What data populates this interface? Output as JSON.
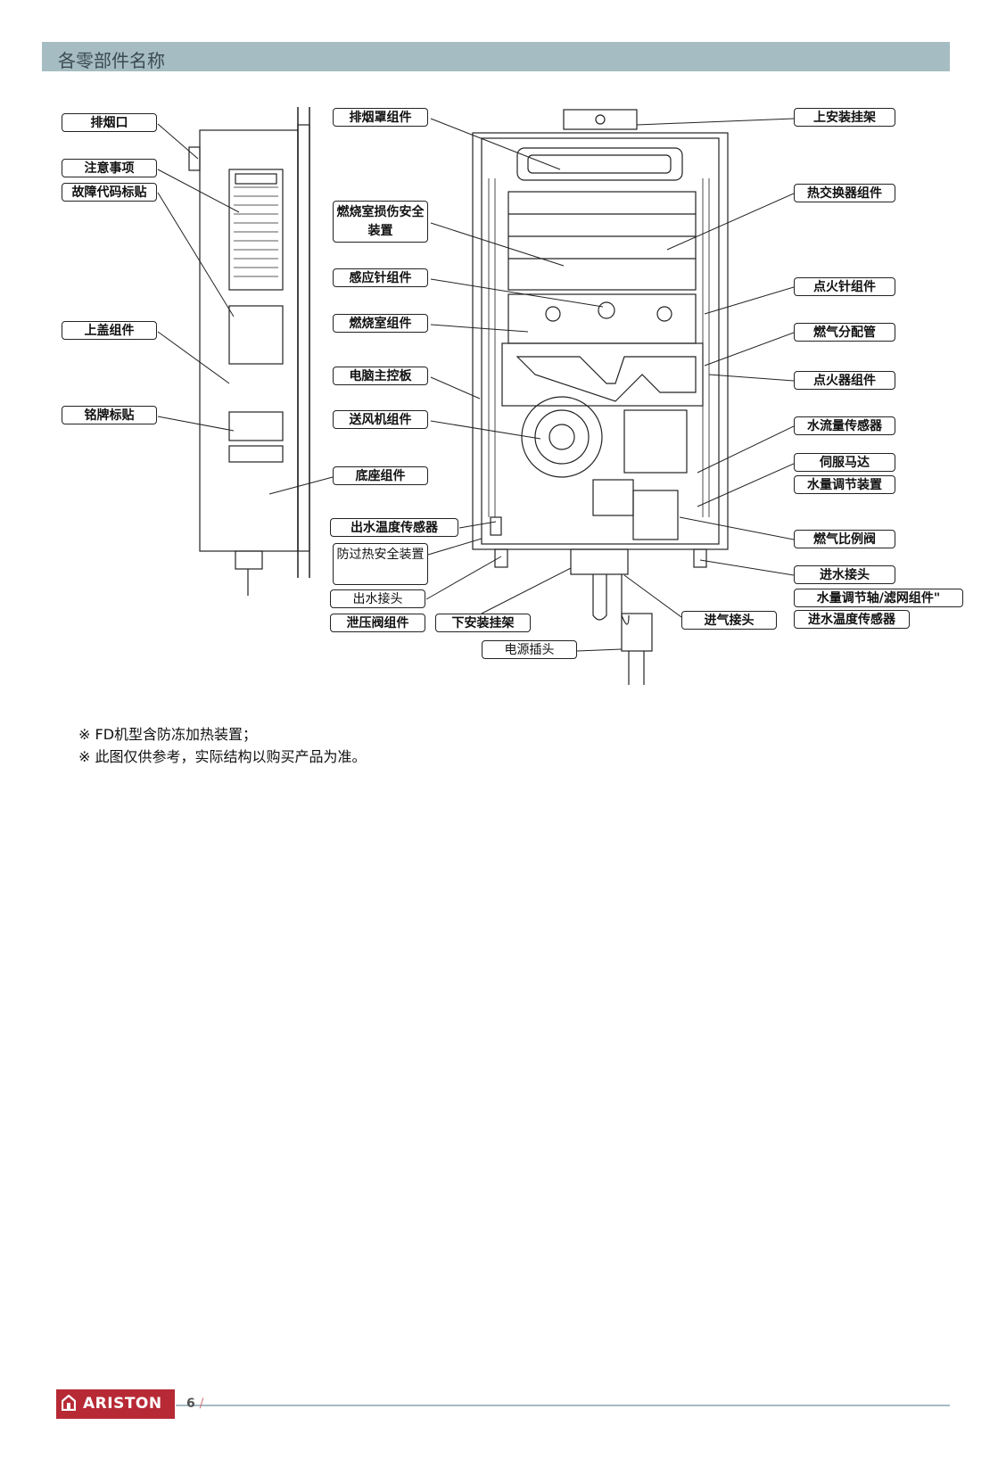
{
  "header": {
    "title": "各零部件名称"
  },
  "labels": {
    "exhaust_port": "排烟口",
    "caution": "注意事项",
    "fault_code_sticker": "故障代码标贴",
    "top_cover": "上盖组件",
    "nameplate": "铭牌标贴",
    "flue_hood": "排烟罩组件",
    "chamber_damage_safety": "燃烧室损伤安全装置",
    "sensing_pin": "感应针组件",
    "combustion_chamber": "燃烧室组件",
    "main_board": "电脑主控板",
    "fan": "送风机组件",
    "base": "底座组件",
    "outlet_temp_sensor": "出水温度传感器",
    "overheat_safety": "防过热安全装置",
    "water_outlet": "出水接头",
    "relief_valve": "泄压阀组件",
    "lower_bracket": "下安装挂架",
    "gas_inlet": "进气接头",
    "power_plug": "电源插头",
    "upper_bracket": "上安装挂架",
    "heat_exchanger": "热交换器组件",
    "ignition_pin": "点火针组件",
    "gas_manifold": "燃气分配管",
    "igniter": "点火器组件",
    "flow_sensor": "水流量传感器",
    "servo_motor": "伺服马达",
    "water_regulator": "水量调节装置",
    "gas_prop_valve": "燃气比例阀",
    "water_inlet": "进水接头",
    "regulator_shaft_filter": "水量调节轴/滤网组件\"",
    "inlet_temp_sensor": "进水温度传感器"
  },
  "notes": [
    "※  FD机型含防冻加热装置；",
    "※  此图仅供参考，实际结构以购买产品为准。"
  ],
  "footer": {
    "brand": "ARISTON",
    "page": "6",
    "sep": "/",
    "brand_color": "#b72a35"
  }
}
